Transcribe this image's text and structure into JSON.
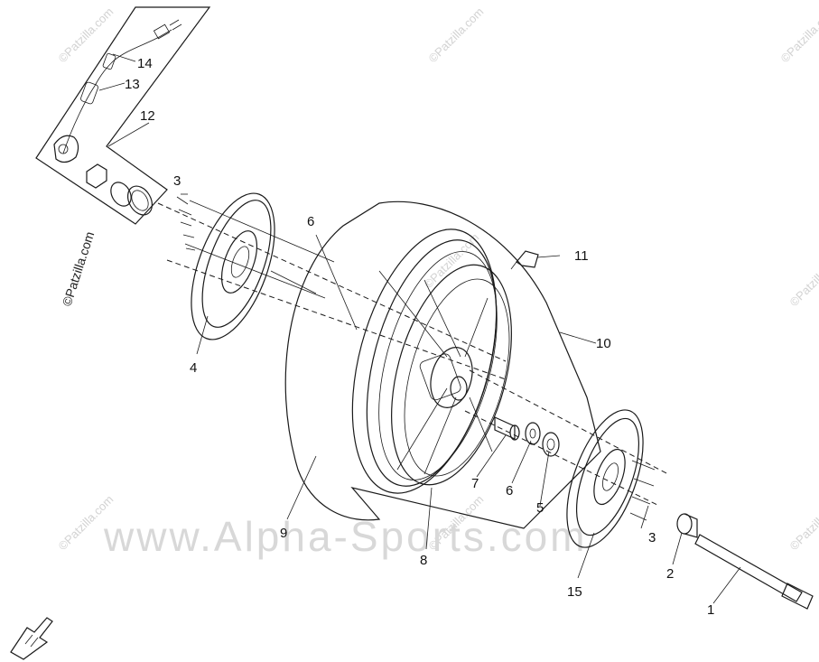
{
  "watermark": {
    "main": "www.Alpha-Sports.com",
    "small": "©Patzilla.com"
  },
  "callouts": [
    "1",
    "2",
    "3",
    "3",
    "4",
    "5",
    "6",
    "6",
    "7",
    "8",
    "9",
    "10",
    "11",
    "12",
    "13",
    "14",
    "15"
  ],
  "colors": {
    "ink": "#1a1a1a",
    "watermark": "#d2d2d2",
    "background": "#ffffff"
  },
  "icons": {
    "front_arrow": "front-arrow-icon"
  }
}
